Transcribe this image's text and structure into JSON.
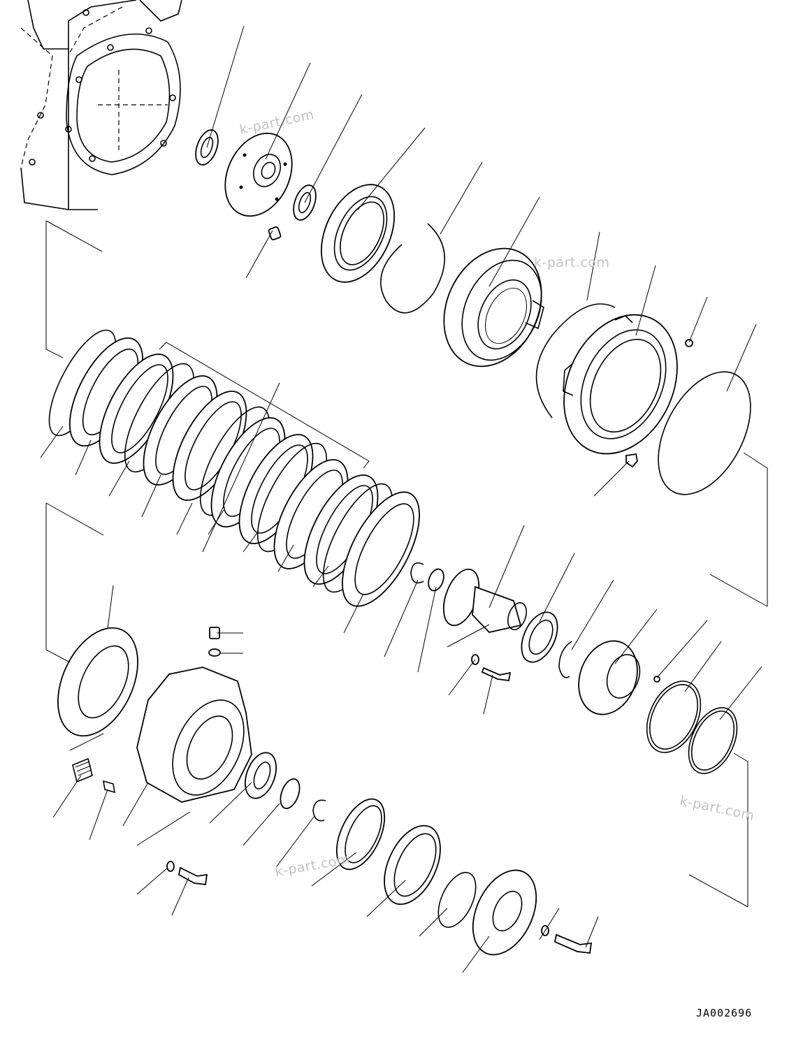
{
  "watermarks": [
    "k-part.com",
    "k-part.com",
    "k-part.com",
    "k-part.com"
  ],
  "drawing_code": "JA002696",
  "colors": {
    "line": "#000000",
    "watermark": "#c2c2c2",
    "background": "#ffffff"
  }
}
